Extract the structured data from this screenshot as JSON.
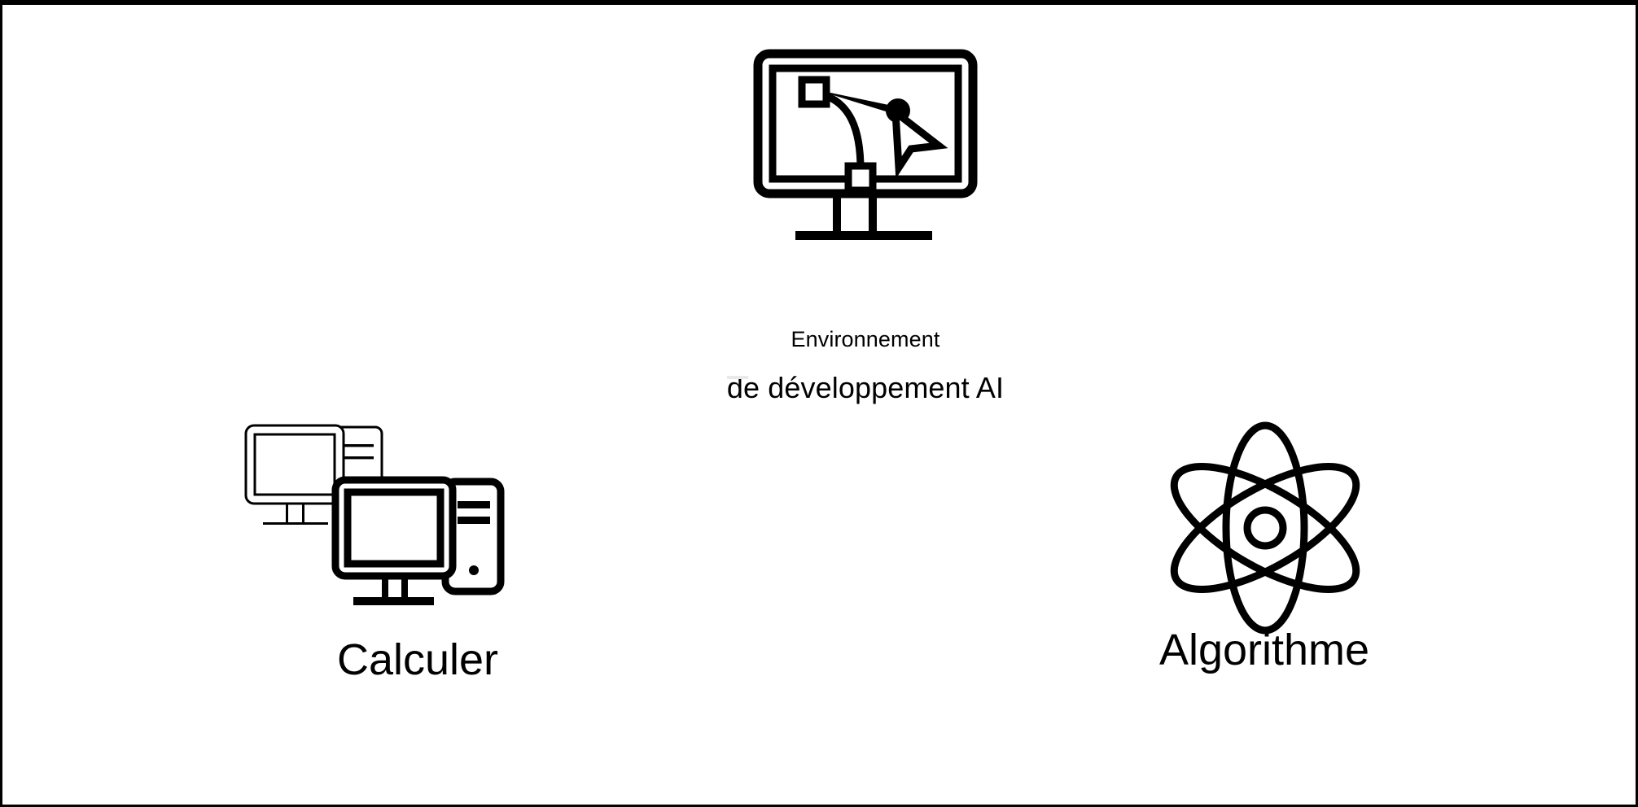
{
  "slide": {
    "background_color": "#ffffff",
    "border_color": "#000000",
    "stroke_color": "#000000"
  },
  "center_group": {
    "icon_name": "monitor-vector-design-icon",
    "caption_line_1": "Environnement",
    "caption_line_2": "de développement AI"
  },
  "left_group": {
    "icon_name": "desktop-computers-icon",
    "label": "Calculer"
  },
  "right_group": {
    "icon_name": "atom-icon",
    "label": "Algorithme"
  }
}
